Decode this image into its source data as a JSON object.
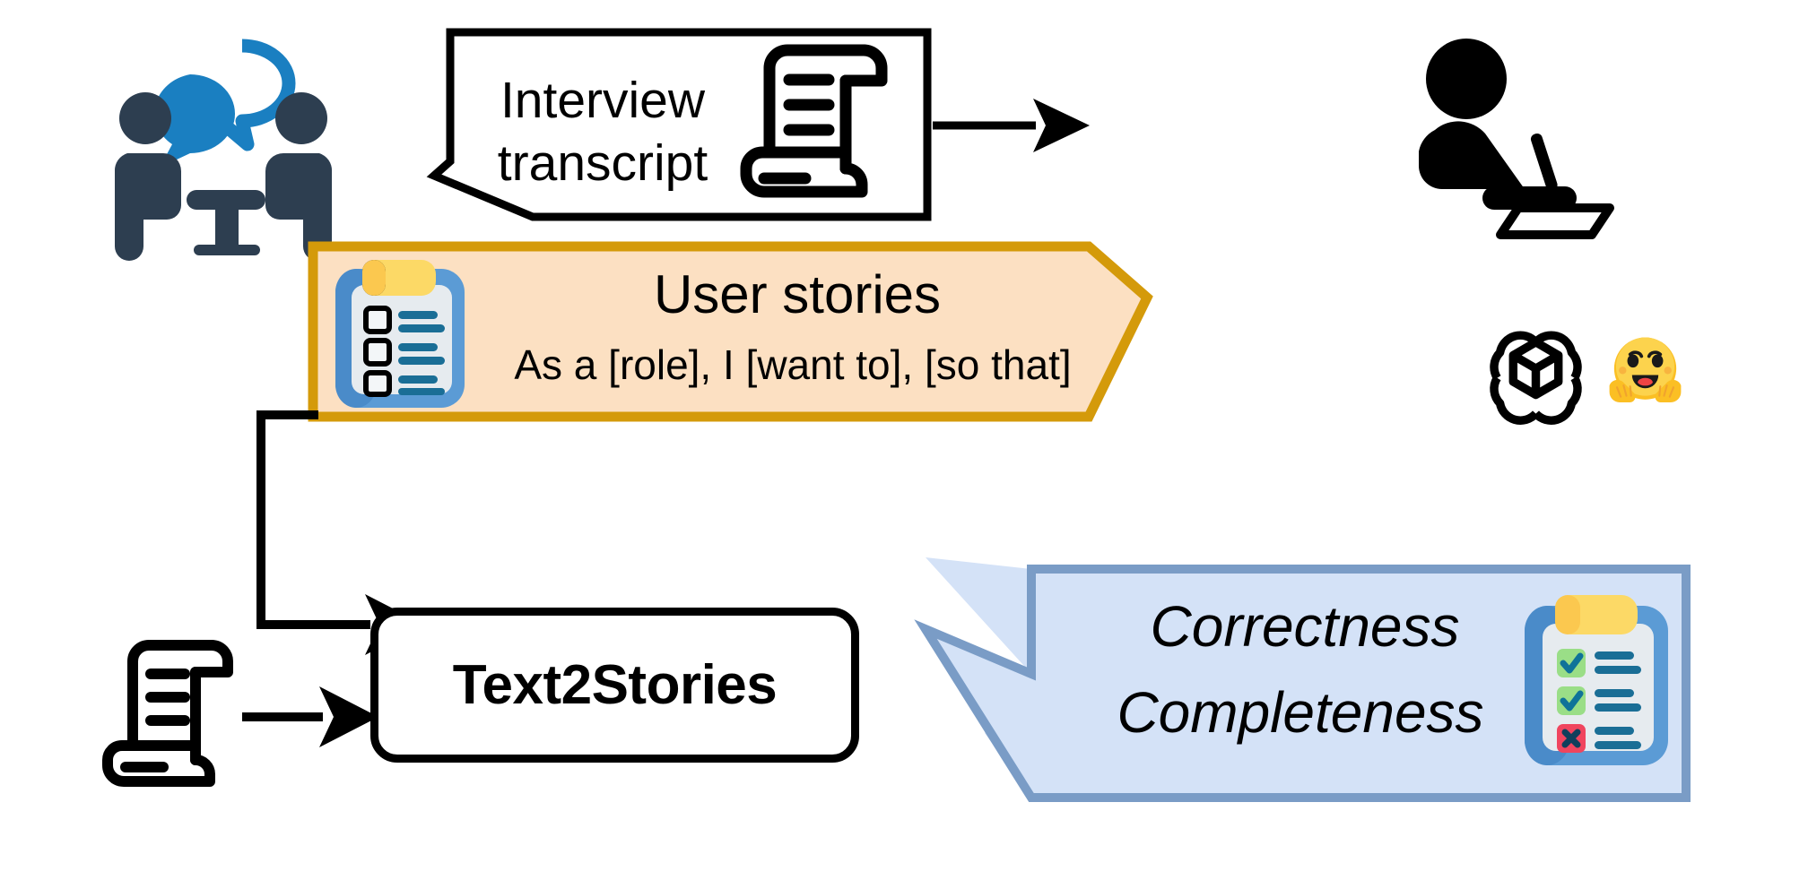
{
  "diagram": {
    "title": "Text2Stories pipeline overview",
    "colors": {
      "interview_navy": "#2d3e50",
      "interview_blue": "#1a7fc1",
      "banner_fill": "#fce0c2",
      "banner_border": "#d49a0a",
      "panel_fill": "#d4e2f7",
      "panel_border": "#7a9cc6",
      "clipboard_blue": "#5b9bd5",
      "clipboard_clip_yellow": "#fcd966",
      "clipboard_paper": "#e6ebef",
      "line_teal": "#1a6e96",
      "check_green": "#9ade87",
      "check_mark_teal": "#0f7399",
      "x_red": "#f0455e",
      "outline_black": "#000000"
    },
    "interview": {
      "icon": "two-people-talking-icon",
      "label": "interview participants"
    },
    "transcript_bubble": {
      "line1": "Interview",
      "line2": "transcript",
      "icon": "scroll-document-icon"
    },
    "writer": {
      "icon": "person-writing-icon"
    },
    "arrows": {
      "bubble_to_writer": "arrow-right",
      "banner_to_text2stories": "elbow-arrow",
      "scroll_to_text2stories": "arrow-right"
    },
    "user_stories_banner": {
      "title": "User stories",
      "template": "As a [role], I [want to], [so that]",
      "icon": "clipboard-checklist-icon"
    },
    "models": [
      {
        "name": "openai-logo",
        "label": "OpenAI"
      },
      {
        "name": "huggingface-logo",
        "label": "Hugging Face"
      }
    ],
    "text2stories": {
      "label": "Text2Stories"
    },
    "input_scroll": {
      "icon": "scroll-document-icon"
    },
    "quality_panel": {
      "line1": "Correctness",
      "line2": "Completeness",
      "icon": "clipboard-checkmarks-icon",
      "items": [
        {
          "state": "check",
          "symbol": "✓"
        },
        {
          "state": "check",
          "symbol": "✓"
        },
        {
          "state": "cross",
          "symbol": "✕"
        }
      ]
    }
  }
}
